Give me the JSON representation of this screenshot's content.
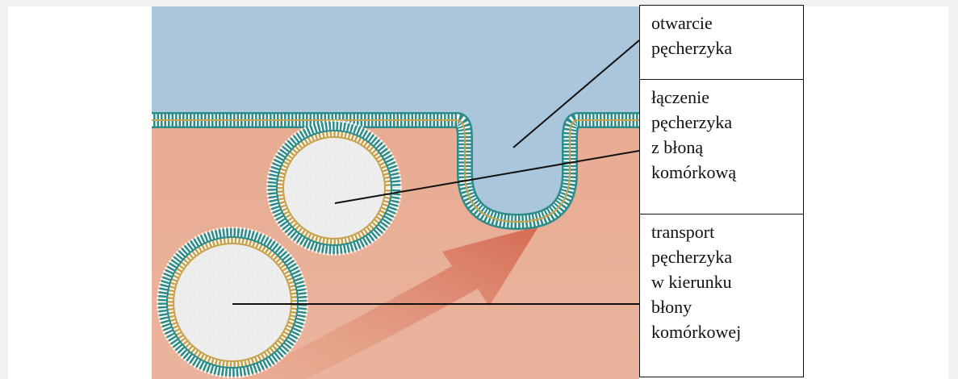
{
  "labels": {
    "opening": {
      "lines": [
        "otwarcie",
        "pęcherzyka"
      ]
    },
    "fusion": {
      "lines": [
        "łączenie",
        "pęcherzyka",
        "z błoną",
        "komórkową"
      ]
    },
    "transport": {
      "lines": [
        "transport",
        "pęcherzyka",
        "w kierunku",
        "błony",
        "komórkowej"
      ]
    }
  },
  "colors": {
    "page_background": "#f2f2f2",
    "extracellular": "#a9c6dc",
    "cytoplasm": "#e8ad93",
    "membrane_head": "#2b8c8a",
    "membrane_tail": "#c9a24e",
    "vesicle_lumen": "#eeeeee",
    "arrow": "#d7755f"
  }
}
